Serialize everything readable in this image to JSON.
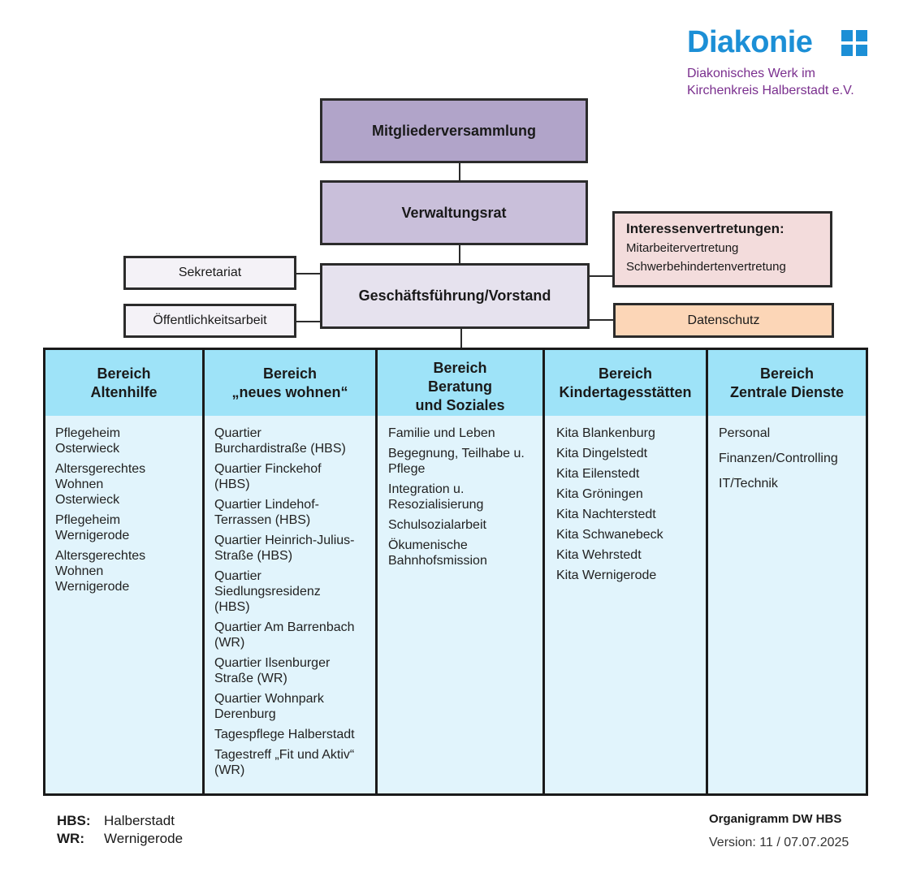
{
  "logo": {
    "name": "Diakonie",
    "org_line1": "Diakonisches Werk im",
    "org_line2": "Kirchenkreis Halberstadt e.V.",
    "brand_color": "#1c8fd6",
    "sub_color": "#7a2f8e"
  },
  "nodes": {
    "mitgliederversammlung": "Mitgliederversammlung",
    "verwaltungsrat": "Verwaltungsrat",
    "geschaeftsfuehrung": "Geschäftsführung/Vorstand",
    "sekretariat": "Sekretariat",
    "oeffentlichkeitsarbeit": "Öffentlichkeitsarbeit",
    "datenschutz": "Datenschutz",
    "interessen": {
      "title": "Interessenvertretungen:",
      "lines": [
        "Mitarbeitervertretung",
        "Schwerbehindertenvertretung"
      ]
    }
  },
  "areas": [
    {
      "title": [
        "Bereich",
        "Altenhilfe"
      ],
      "items": [
        "Pflegeheim Osterwieck",
        "Altersgerechtes Wohnen Osterwieck",
        "Pflegeheim Wernigerode",
        "Altersgerechtes Wohnen Wernigerode"
      ]
    },
    {
      "title": [
        "Bereich",
        "„neues wohnen“"
      ],
      "items": [
        "Quartier Burchardistraße (HBS)",
        "Quartier Finckehof (HBS)",
        "Quartier Lindehof-Terrassen (HBS)",
        "Quartier Heinrich-Julius-Straße (HBS)",
        "Quartier Siedlungsresidenz (HBS)",
        "Quartier Am Barrenbach (WR)",
        "Quartier Ilsenburger Straße (WR)",
        "Quartier Wohnpark Derenburg",
        "Tagespflege Halberstadt",
        "Tagestreff „Fit und Aktiv“ (WR)"
      ]
    },
    {
      "title": [
        "Bereich",
        "Beratung",
        "und Soziales"
      ],
      "items": [
        "Familie und Leben",
        "Begegnung, Teilhabe u. Pflege",
        "Integration u. Resozialisierung",
        "Schulsozialarbeit",
        "Ökumenische Bahnhofsmission"
      ]
    },
    {
      "title": [
        "Bereich",
        "Kindertagesstätten"
      ],
      "items": [
        "Kita Blankenburg",
        "Kita Dingelstedt",
        "Kita Eilenstedt",
        "Kita Gröningen",
        "Kita Nachterstedt",
        "Kita Schwanebeck",
        "Kita Wehrstedt",
        "Kita Wernigerode"
      ]
    },
    {
      "title": [
        "Bereich",
        "Zentrale Dienste"
      ],
      "items": [
        "Personal",
        "Finanzen/Controlling",
        "IT/Technik"
      ]
    }
  ],
  "legend": [
    {
      "key": "HBS:",
      "value": "Halberstadt"
    },
    {
      "key": "WR:",
      "value": "Wernigerode"
    }
  ],
  "footer": {
    "title": "Organigramm DW HBS",
    "version": "Version: 11 / 07.07.2025"
  },
  "colors": {
    "mitglieder": "#b1a4c9",
    "verwaltung": "#c9bfda",
    "vorstand": "#e6e2ee",
    "interessen": "#f3dcdc",
    "datenschutz": "#fcd6b7",
    "area_header": "#9ee3f8",
    "area_body": "#e1f4fc"
  }
}
